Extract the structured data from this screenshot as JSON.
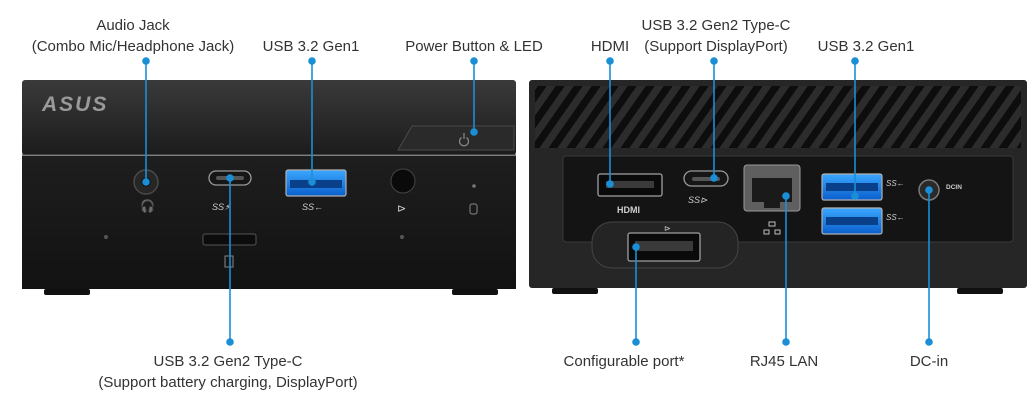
{
  "accent_color": "#1a8fd6",
  "brand": {
    "logo_text": "ASUS",
    "hdmi_port_text": "HDMI",
    "dcin_text": "DCIN"
  },
  "front_view": {
    "callouts": {
      "audio_jack": {
        "line1": "Audio Jack",
        "line2": "(Combo Mic/Headphone Jack)"
      },
      "usb_gen1": {
        "line1": "USB 3.2 Gen1"
      },
      "power_button": {
        "line1": "Power Button & LED"
      },
      "usb_typec": {
        "line1": "USB 3.2 Gen2 Type-C",
        "line2": "(Support battery charging, DisplayPort)"
      }
    }
  },
  "rear_view": {
    "callouts": {
      "hdmi": {
        "line1": "HDMI"
      },
      "usb_typec": {
        "line1": "USB 3.2 Gen2 Type-C",
        "line2": "(Support DisplayPort)"
      },
      "usb_gen1": {
        "line1": "USB 3.2 Gen1"
      },
      "configurable_port": {
        "line1": "Configurable port*"
      },
      "rj45": {
        "line1": "RJ45 LAN"
      },
      "dc_in": {
        "line1": "DC-in"
      }
    }
  }
}
